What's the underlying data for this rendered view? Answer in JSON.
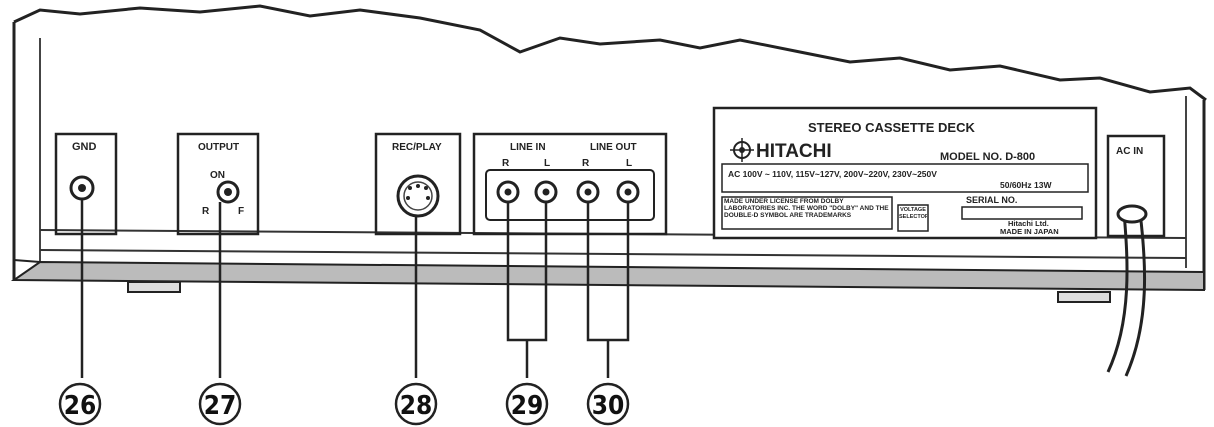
{
  "panel": {
    "gnd_label": "GND",
    "output_label": "OUTPUT",
    "output_on": "ON",
    "output_r": "R",
    "output_f": "F",
    "recplay_label": "REC/PLAY",
    "line_in_label": "LINE IN",
    "line_out_label": "LINE OUT",
    "ch_r": "R",
    "ch_l": "L",
    "ac_in_label": "AC IN"
  },
  "nameplate": {
    "title": "STEREO CASSETTE DECK",
    "brand": "HITACHI",
    "model": "MODEL NO. D-800",
    "voltage_line1": "AC 100V ~ 110V, 115V~127V, 200V~220V, 230V~250V",
    "voltage_line2": "50/60Hz  13W",
    "serial_label": "SERIAL NO.",
    "dolby_notice": "MADE UNDER LICENSE FROM DOLBY LABORATORIES INC. THE WORD \"DOLBY\" AND THE DOUBLE-D SYMBOL ARE TRADEMARKS",
    "voltage_selector": "VOLTAGE SELECTOR",
    "maker": "Hitachi Ltd.",
    "origin": "MADE IN JAPAN"
  },
  "callouts": [
    "26",
    "27",
    "28",
    "29",
    "30"
  ]
}
